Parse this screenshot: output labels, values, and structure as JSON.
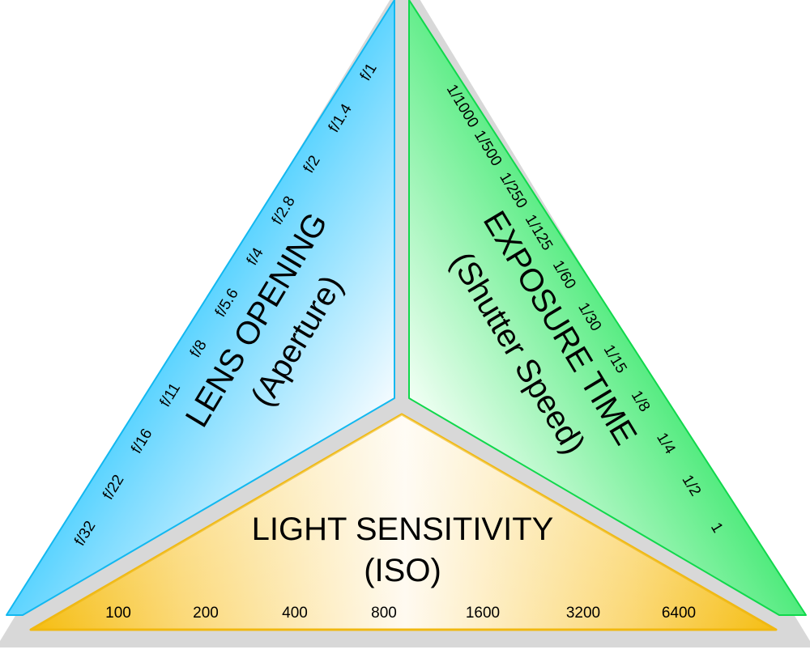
{
  "aperture": {
    "title": "LENS OPENING",
    "subtitle": "(Aperture)",
    "stops": [
      "f/32",
      "f/22",
      "f/16",
      "f/11",
      "f/8",
      "f/5.6",
      "f/4",
      "f/2.8",
      "f/2",
      "f/1.4",
      "f/1"
    ],
    "color": "#1ec8ff"
  },
  "shutter": {
    "title": "EXPOSURE TIME",
    "subtitle": "(Shutter Speed)",
    "speeds": [
      "1/1000",
      "1/500",
      "1/250",
      "1/125",
      "1/60",
      "1/30",
      "1/15",
      "1/8",
      "1/4",
      "1/2",
      "1"
    ],
    "color": "#19e85a"
  },
  "iso": {
    "title": "LIGHT SENSITIVITY",
    "subtitle": "(ISO)",
    "values": [
      "100",
      "200",
      "400",
      "800",
      "1600",
      "3200",
      "6400"
    ],
    "color": "#f5c218"
  }
}
